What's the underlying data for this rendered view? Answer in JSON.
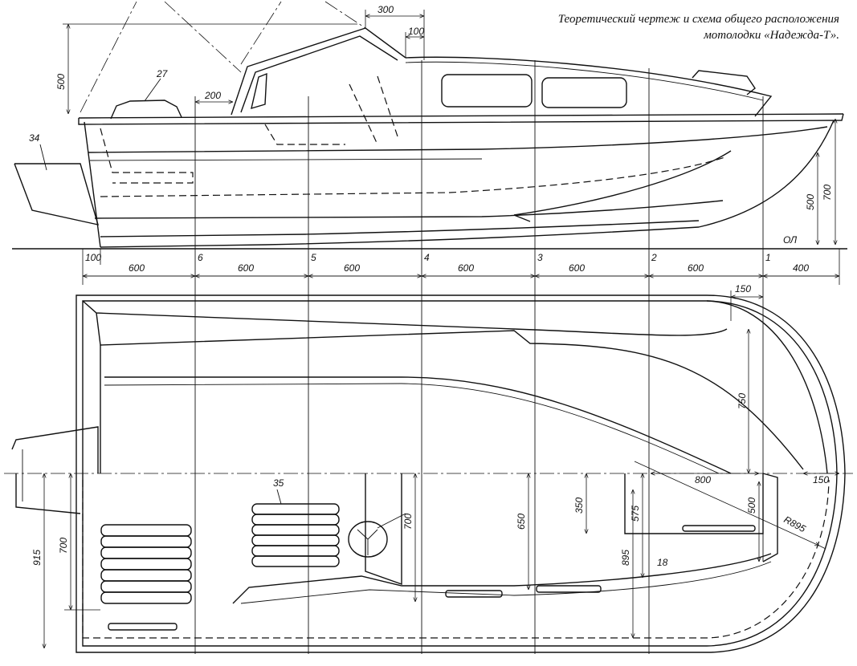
{
  "caption": {
    "line1": "Теоретический чертеж и схема общего расположения",
    "line2": "мотолодки «Надежда-Т»."
  },
  "stations": [
    "6",
    "5",
    "4",
    "3",
    "2",
    "1"
  ],
  "baseline_label": "ОЛ",
  "part_labels": {
    "p27": "27",
    "p34": "34",
    "p35": "35",
    "p18": "18"
  },
  "dimensions": {
    "spacing_first": "100",
    "spacing": "600",
    "spacing_last": "400",
    "cabin_top": "300",
    "cabin_step": "100",
    "windshield_height": "500",
    "hatch_offset": "200",
    "stem_500": "500",
    "stem_700": "700",
    "deck_150": "150",
    "half_breadth_750": "750",
    "bow_150": "150",
    "transom_915": "915",
    "transom_700": "700",
    "console_700": "700",
    "beam_650": "650",
    "seat_350": "350",
    "berth_575": "575",
    "berth_500": "500",
    "berth_800": "800",
    "berth_895": "895",
    "radius": "R895"
  }
}
